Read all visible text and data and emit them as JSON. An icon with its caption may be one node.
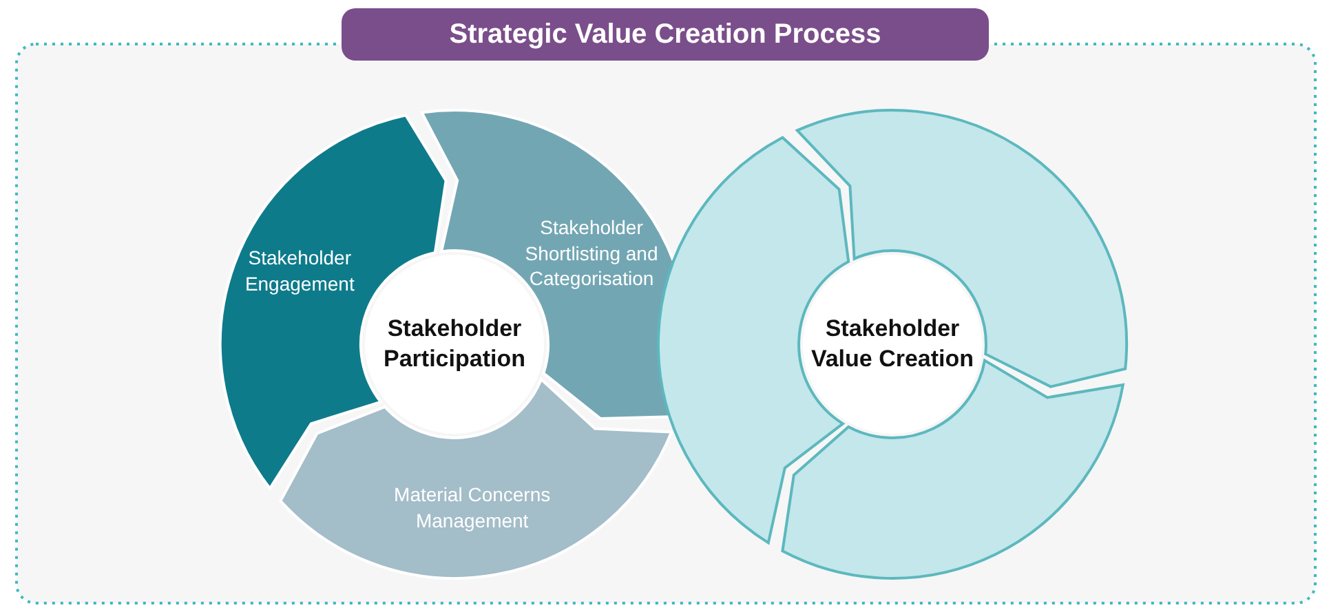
{
  "diagram": {
    "title": "Strategic Value Creation Process",
    "nodes": [
      {
        "text": [
          "Stakeholder Participation"
        ]
      },
      {
        "text": [
          "Stakeholder Engagement"
        ]
      },
      {
        "text": [
          "Stakeholder Shortlisting and Categorisation"
        ]
      },
      {
        "text": [
          "Material Concerns Management"
        ]
      },
      {
        "text": [
          "Stakeholder Value Creation"
        ]
      },
      {
        "text": [],
        "shape": "arrow"
      },
      {
        "text": [],
        "shape": "arrow"
      },
      {
        "text": [],
        "shape": "arrow"
      }
    ]
  }
}
